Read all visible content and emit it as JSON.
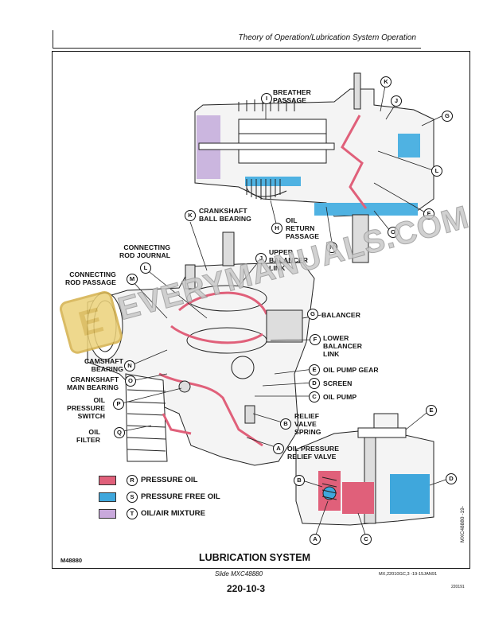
{
  "header": {
    "title": "Theory of Operation/Lubrication System Operation"
  },
  "labels": {
    "breather_passage": "BREATHER\nPASSAGE",
    "crankshaft_ball_bearing": "CRANKSHAFT\nBALL BEARING",
    "oil_return_passage": "OIL\nRETURN\nPASSAGE",
    "connecting_rod_journal": "CONNECTING\nROD JOURNAL",
    "upper_balancer_link": "UPPER\nBALANCER\nLINK",
    "connecting_rod_passage": "CONNECTING\nROD PASSAGE",
    "balancer": "BALANCER",
    "lower_balancer_link": "LOWER\nBALANCER\nLINK",
    "camshaft_bearing": "CAMSHAFT\nBEARING",
    "crankshaft_main_bearing": "CRANKSHAFT\nMAIN BEARING",
    "oil_pump_gear": "OIL PUMP GEAR",
    "screen": "SCREEN",
    "oil_pump": "OIL PUMP",
    "oil_pressure_switch": "OIL\nPRESSURE\nSWITCH",
    "relief_valve_spring": "RELIEF\nVALVE\nSPRING",
    "oil_filter": "OIL\nFILTER",
    "oil_pressure_relief_valve": "OIL PRESSURE\nRELIEF VALVE"
  },
  "callouts": [
    "A",
    "B",
    "C",
    "D",
    "E",
    "F",
    "G",
    "H",
    "I",
    "J",
    "K",
    "L",
    "M",
    "N",
    "O",
    "P",
    "Q",
    "R",
    "S",
    "T"
  ],
  "legend": [
    {
      "letter": "R",
      "label": "PRESSURE OIL",
      "color": "#e0607a"
    },
    {
      "letter": "S",
      "label": "PRESSURE FREE OIL",
      "color": "#3fa7dc"
    },
    {
      "letter": "T",
      "label": "OIL/AIR MIXTURE",
      "color": "#c9a9dc"
    }
  ],
  "figure": {
    "code": "M48880",
    "title": "LUBRICATION SYSTEM",
    "side_code": "MXC48880  -19-",
    "slide": "Slide MXC48880",
    "ref_code": "MX,22010GC,3    -19-15JAN91",
    "corner_code": "220191"
  },
  "page_number": "220-10-3",
  "watermark": {
    "text": "EVERYMANUALS.COM",
    "logo_letter": "E"
  }
}
